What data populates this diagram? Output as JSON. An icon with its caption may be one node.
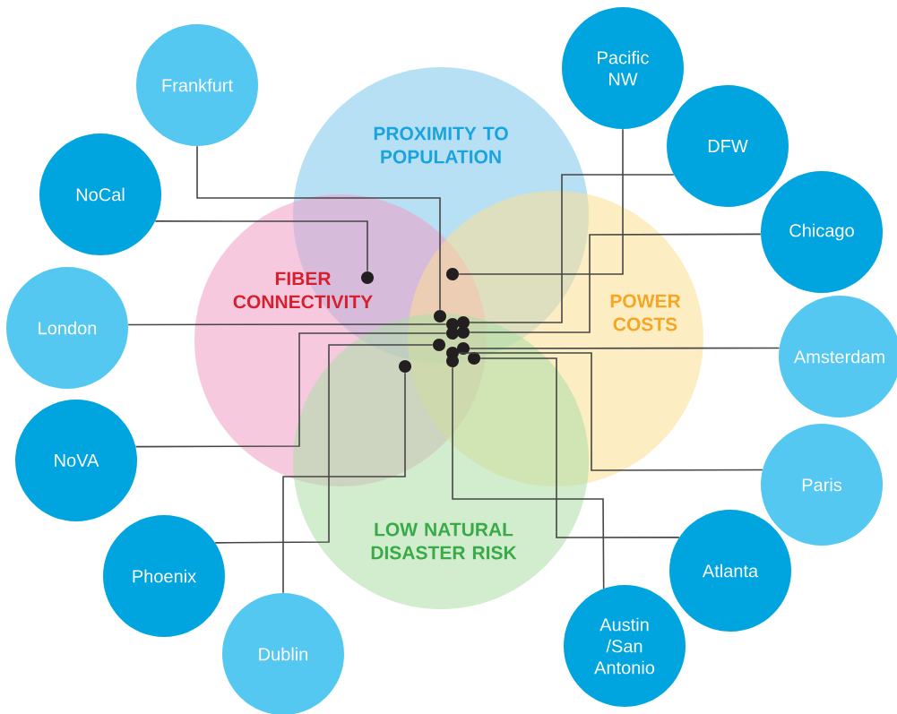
{
  "diagram": {
    "nodes": [
      {
        "text": [
          "PROXIMITY TO POPULATION"
        ]
      },
      {
        "text": [
          "FIBER CONNECTIVITY"
        ]
      },
      {
        "text": [
          "POWER COSTS"
        ]
      },
      {
        "text": [
          "LOW NATURAL DISASTER RISK"
        ]
      },
      {
        "text": [
          "Frankfurt"
        ]
      },
      {
        "text": [
          "NoCal"
        ]
      },
      {
        "text": [
          "London"
        ]
      },
      {
        "text": [
          "NoVA"
        ]
      },
      {
        "text": [
          "Phoenix"
        ]
      },
      {
        "text": [
          "Dublin"
        ]
      },
      {
        "text": [
          "Pacific NW"
        ]
      },
      {
        "text": [
          "DFW"
        ]
      },
      {
        "text": [
          "Chicago"
        ]
      },
      {
        "text": [
          "Amsterdam"
        ]
      },
      {
        "text": [
          "Paris"
        ]
      },
      {
        "text": [
          "Atlanta"
        ]
      },
      {
        "text": [
          "Austin /San Antonio"
        ]
      },
      {
        "text": [],
        "shape": "circle"
      },
      {
        "text": [],
        "shape": "circle"
      },
      {
        "text": [],
        "shape": "circle"
      },
      {
        "text": [],
        "shape": "circle"
      },
      {
        "text": [],
        "shape": "circle"
      },
      {
        "text": [],
        "shape": "circle"
      },
      {
        "text": [],
        "shape": "circle"
      },
      {
        "text": [],
        "shape": "circle"
      },
      {
        "text": [],
        "shape": "circle"
      },
      {
        "text": [],
        "shape": "circle"
      },
      {
        "text": [],
        "shape": "circle"
      },
      {
        "text": [],
        "shape": "circle"
      },
      {
        "text": [],
        "shape": "circle"
      }
    ],
    "edges": [
      {
        "from": 4,
        "to": 19,
        "arrow": "none"
      },
      {
        "from": 5,
        "to": 18,
        "arrow": "none"
      },
      {
        "from": 6,
        "to": 20,
        "arrow": "none"
      },
      {
        "from": 7,
        "to": 22,
        "arrow": "none"
      },
      {
        "from": 8,
        "to": 24,
        "arrow": "none"
      },
      {
        "from": 9,
        "to": 29,
        "arrow": "none"
      },
      {
        "from": 10,
        "to": 17,
        "arrow": "none"
      },
      {
        "from": 11,
        "to": 21,
        "arrow": "none"
      },
      {
        "from": 12,
        "to": 23,
        "arrow": "none"
      },
      {
        "from": 13,
        "to": 25,
        "arrow": "none"
      },
      {
        "from": 14,
        "to": 26,
        "arrow": "none"
      },
      {
        "from": 15,
        "to": 27,
        "arrow": "none"
      },
      {
        "from": 16,
        "to": 28,
        "arrow": "none"
      }
    ]
  }
}
